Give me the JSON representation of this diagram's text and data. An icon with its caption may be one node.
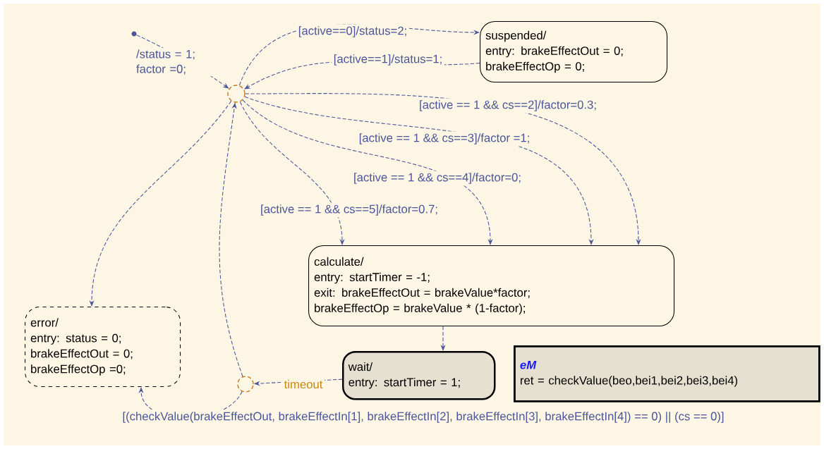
{
  "diagram": {
    "nodes": [
      {
        "text": [],
        "shape": "circle"
      },
      {
        "text": [],
        "shape": "circle"
      },
      {
        "text": [
          "suspended/",
          "entry: brakeEffectOut = 0;",
          "brakeEffectOp = 0;"
        ]
      },
      {
        "text": [
          "calculate/",
          "entry: startTimer = -1;",
          "exit: brakeEffectOut = brakeValue*factor;",
          "brakeEffectOp = brakeValue * (1-factor);"
        ]
      },
      {
        "text": [
          "error/",
          "entry: status = 0;",
          "brakeEffectOut = 0;",
          "brakeEffectOp =0;"
        ]
      },
      {
        "text": [],
        "shape": "circle"
      },
      {
        "text": [
          "wait/",
          "entry: startTimer = 1;"
        ]
      },
      {
        "text": [
          "eM",
          "ret = checkValue(beo,bei1,bei2,bei3,bei4)"
        ]
      }
    ],
    "edges": [
      {
        "from": 0,
        "to": 1,
        "arrow": "to",
        "label": "/status = 1; factor =0;"
      },
      {
        "from": 1,
        "to": 2,
        "arrow": "to",
        "label": "[active==0]/status=2;"
      },
      {
        "from": 2,
        "to": 1,
        "arrow": "to",
        "label": "[active==1]/status=1;"
      },
      {
        "from": 1,
        "to": 3,
        "arrow": "to",
        "label": "[active == 1 && cs==2]/factor=0.3;"
      },
      {
        "from": 1,
        "to": 3,
        "arrow": "to",
        "label": "[active == 1 && cs==3]/factor =1;"
      },
      {
        "from": 1,
        "to": 3,
        "arrow": "to",
        "label": "[active == 1 && cs==4]/factor=0;"
      },
      {
        "from": 1,
        "to": 3,
        "arrow": "to",
        "label": "[active == 1 && cs==5]/factor=0.7;"
      },
      {
        "from": 1,
        "to": 4,
        "arrow": "to"
      },
      {
        "from": 5,
        "to": 1,
        "arrow": "to"
      },
      {
        "from": 3,
        "to": 6,
        "arrow": "to"
      },
      {
        "from": 6,
        "to": 5,
        "arrow": "to",
        "label": "timeout"
      },
      {
        "from": 5,
        "to": 4,
        "arrow": "to",
        "label": "[(checkValue(brakeEffectOut, brakeEffectIn[1], brakeEffectIn[2], brakeEffectIn[3], brakeEffectIn[4]) == 0) || (cs == 0)]"
      }
    ]
  }
}
